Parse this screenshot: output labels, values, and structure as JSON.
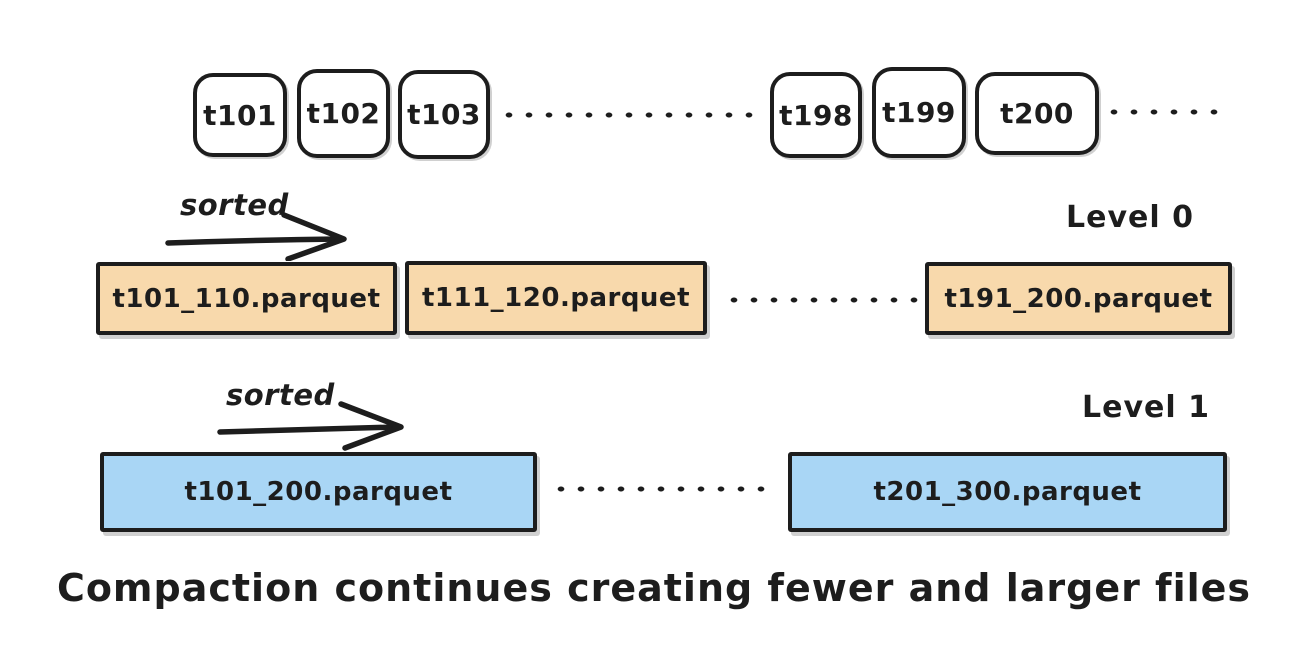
{
  "diagram": {
    "background": "#ffffff",
    "stroke_color": "#1d1d1d",
    "memtable_row": {
      "items": [
        "t101",
        "t102",
        "t103",
        "t198",
        "t199",
        "t200"
      ]
    },
    "level0": {
      "sorted_label": "sorted",
      "level_label": "Level 0",
      "fill": "#f8d9ac",
      "files": [
        "t101_110.parquet",
        "t111_120.parquet",
        "t191_200.parquet"
      ]
    },
    "level1": {
      "sorted_label": "sorted",
      "level_label": "Level 1",
      "fill": "#a9d6f5",
      "files": [
        "t101_200.parquet",
        "t201_300.parquet"
      ]
    },
    "caption": "Compaction continues creating fewer and larger files"
  }
}
